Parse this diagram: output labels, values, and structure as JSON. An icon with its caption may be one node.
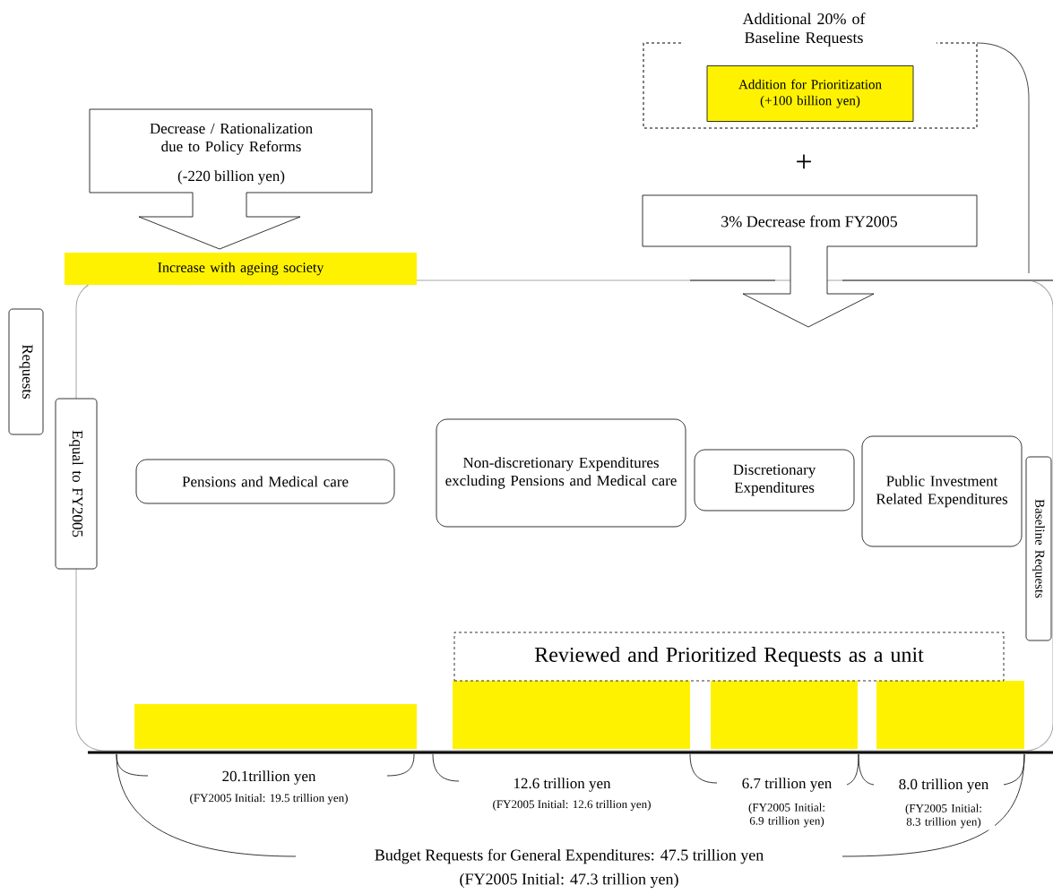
{
  "diagram": {
    "nodes": [
      {
        "text": [
          "Decrease / Rationalization due to Policy Reforms",
          "(-220 billion yen)"
        ]
      },
      {
        "text": [
          "Increase with ageing society"
        ]
      },
      {
        "text": [
          "Additional 20% of Baseline Requests"
        ]
      },
      {
        "text": [
          "Addition for Prioritization (+100 billion yen)"
        ],
        "in": 2
      },
      {
        "text": [
          "3% Decrease from FY2005"
        ]
      },
      {
        "text": [
          "Requests"
        ]
      },
      {
        "text": [
          "Equal to FY2005"
        ]
      },
      {
        "text": [
          "Pensions and Medical care"
        ]
      },
      {
        "text": [
          "Non-discretionary Expenditures excluding Pensions and Medical care"
        ]
      },
      {
        "text": [
          "Discretionary Expenditures"
        ]
      },
      {
        "text": [
          "Public Investment Related Expenditures"
        ]
      },
      {
        "text": [
          "Baseline Requests"
        ]
      },
      {
        "text": [
          "Reviewed and Prioritized Requests as a unit"
        ]
      },
      {
        "text": [],
        "shape": "bar"
      },
      {
        "text": [],
        "shape": "bar"
      },
      {
        "text": [],
        "shape": "bar"
      },
      {
        "text": [],
        "shape": "bar"
      }
    ],
    "labels": [
      "+",
      "20.1trillion yen",
      "(FY2005 Initial: 19.5 trillion yen)",
      "12.6 trillion yen",
      "(FY2005 Initial: 12.6 trillion yen)",
      "6.7 trillion yen",
      "(FY2005 Initial: 6.9 trillion yen)",
      "8.0 trillion yen",
      "(FY2005 Initial: 8.3 trillion yen)",
      "Budget Requests for General Expenditures: 47.5 trillion yen",
      "(FY2005 Initial: 47.3 trillion yen)"
    ]
  }
}
